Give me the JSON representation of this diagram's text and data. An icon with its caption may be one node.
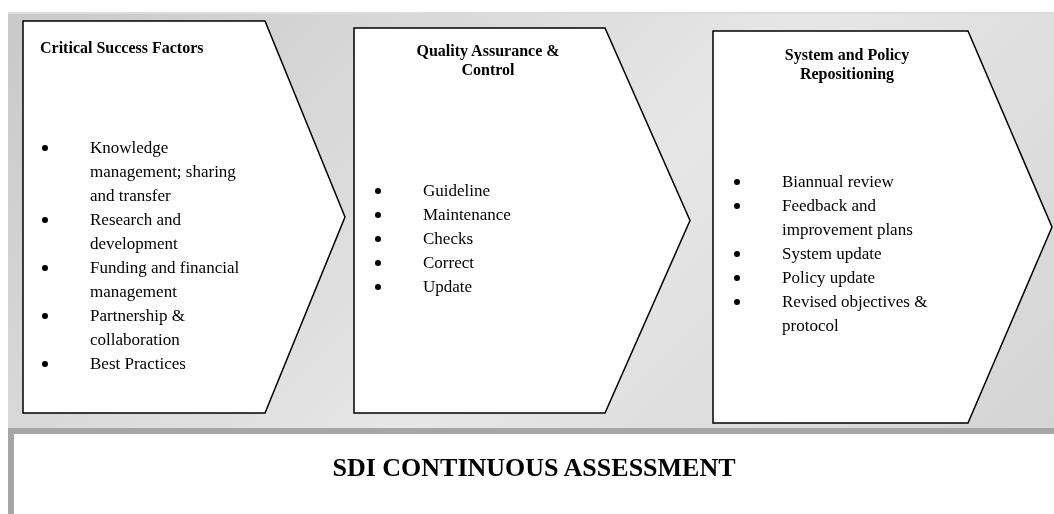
{
  "diagram": {
    "nodes": [
      {
        "text": [
          "Critical Success Factors",
          "Knowledge management; sharing and transfer",
          "Research and development",
          "Funding and financial management",
          "Partnership & collaboration",
          "Best Practices"
        ]
      },
      {
        "text": [
          "Quality Assurance & Control",
          "Guideline",
          "Maintenance",
          "Checks",
          "Correct",
          "Update"
        ]
      },
      {
        "text": [
          "System and Policy Repositioning",
          "Biannual review",
          "Feedback and improvement plans",
          "System update",
          "Policy update",
          "Revised objectives & protocol"
        ]
      },
      {
        "text": [
          "SDI CONTINUOUS ASSESSMENT"
        ]
      }
    ]
  }
}
